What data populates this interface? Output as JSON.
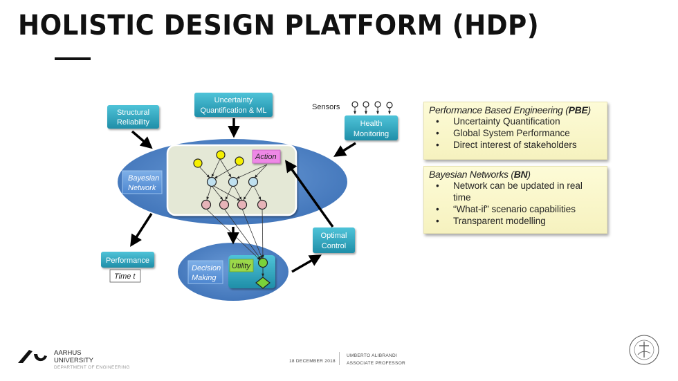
{
  "slide": {
    "title": "HOLISTIC DESIGN PLATFORM (HDP)"
  },
  "diagram": {
    "structural_reliability": [
      "Structural",
      "Reliability"
    ],
    "uncertainty_ml": [
      "Uncertainty",
      "Quantification & ML"
    ],
    "sensors_label": "Sensors",
    "health_monitoring": [
      "Health",
      "Monitoring"
    ],
    "bayesian_network": [
      "Bayesian",
      "Network"
    ],
    "action": "Action",
    "performance": "Performance",
    "time_t": "Time t",
    "decision_making": [
      "Decision",
      "Making"
    ],
    "utility": "Utility",
    "optimal_control": [
      "Optimal",
      "Control"
    ],
    "colors": {
      "teal_box": "#2aa5bf",
      "ellipse_blue": "#4a7fc1",
      "network_panel": "#e6ead8",
      "chance_yellow": "#f5f000",
      "chance_blue": "#bfe0ef",
      "chance_pink": "#e6b3b8",
      "action_pink": "#ee88e6",
      "utility_green": "#9bd84a",
      "decision_green": "#7ad23a"
    }
  },
  "pbe_box": {
    "heading": "Performance Based Engineering (",
    "heading_abbr": "PBE",
    "heading_close": ")",
    "items": [
      "Uncertainty Quantification",
      "Global System Performance",
      "Direct interest of stakeholders"
    ]
  },
  "bn_box": {
    "heading": "Bayesian Networks (",
    "heading_abbr": "BN",
    "heading_close": ")",
    "items": [
      "Network can be updated in real time",
      "“What-if” scenario capabilities",
      "Transparent modelling"
    ]
  },
  "footer": {
    "university_line1": "AARHUS",
    "university_line2": "UNIVERSITY",
    "department": "DEPARTMENT OF ENGINEERING",
    "date": "18 DECEMBER 2018",
    "author": "UMBERTO ALIBRANDI",
    "role": "ASSOCIATE PROFESSOR"
  }
}
